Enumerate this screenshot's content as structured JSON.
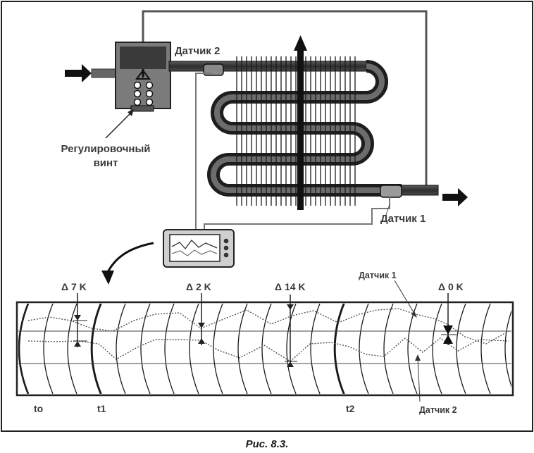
{
  "labels": {
    "sensor_2": "Датчик 2",
    "sensor_1": "Датчик 1",
    "adjust_screw_line1": "Регулировочный",
    "adjust_screw_line2": "винт"
  },
  "chart": {
    "deltas": [
      {
        "label": "Δ 7 K"
      },
      {
        "label": "Δ 2 K"
      },
      {
        "label": "Δ 14 K"
      },
      {
        "label": "Δ 0 K"
      }
    ],
    "sensor_1_label": "Датчик 1",
    "sensor_2_label": "Датчик 2",
    "time_marks": [
      "to",
      "t1",
      "t2"
    ]
  },
  "caption": "Рис. 8.3."
}
